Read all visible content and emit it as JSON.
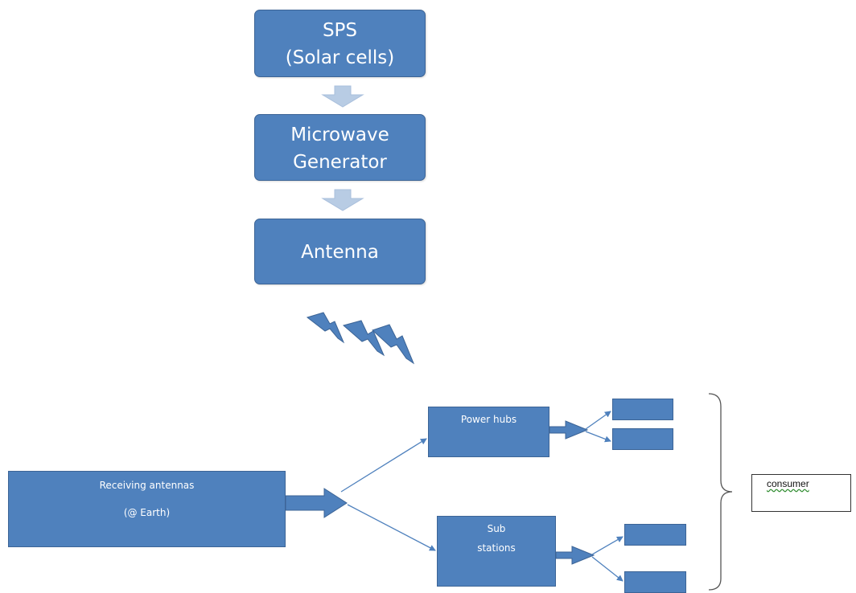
{
  "nodes": {
    "sps": {
      "line1": "SPS",
      "line2": "(Solar cells)"
    },
    "microwave": {
      "line1": "Microwave",
      "line2": "Generator"
    },
    "antenna": {
      "line1": "Antenna"
    },
    "receiving": {
      "line1": "Receiving antennas",
      "line2": "(@ Earth)"
    },
    "power_hubs": {
      "line1": "Power hubs"
    },
    "sub_stations": {
      "line1": "Sub",
      "line2": "stations"
    },
    "consumer": {
      "label": "consumer"
    }
  },
  "colors": {
    "box_fill": "#4f81bd",
    "box_border": "#3c6496",
    "arrow_fill": "#b8cce4",
    "connector": "#4f81bd",
    "bracket": "#555555"
  }
}
